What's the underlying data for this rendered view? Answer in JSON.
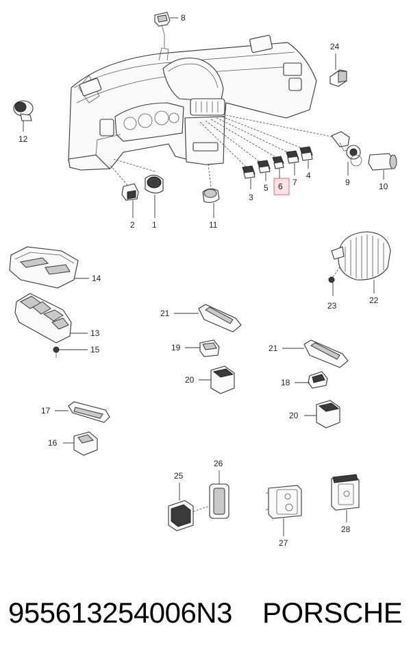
{
  "callouts": {
    "c1": "1",
    "c2": "2",
    "c3": "3",
    "c4": "4",
    "c5": "5",
    "c6": "6",
    "c7": "7",
    "c8": "8",
    "c9": "9",
    "c10": "10",
    "c11": "11",
    "c12": "12",
    "c13": "13",
    "c14": "14",
    "c15": "15",
    "c16": "16",
    "c17": "17",
    "c18": "18",
    "c19": "19",
    "c20a": "20",
    "c20b": "20",
    "c21a": "21",
    "c21b": "21",
    "c22": "22",
    "c23": "23",
    "c24": "24",
    "c25": "25",
    "c26": "26",
    "c27": "27",
    "c28": "28"
  },
  "highlighted_callout": "6",
  "footer": {
    "part_number": "955613254006N3",
    "brand": "PORSCHE"
  },
  "colors": {
    "highlight_fill": "#fde3e6",
    "highlight_stroke": "#e06b7a",
    "line": "#333333"
  }
}
